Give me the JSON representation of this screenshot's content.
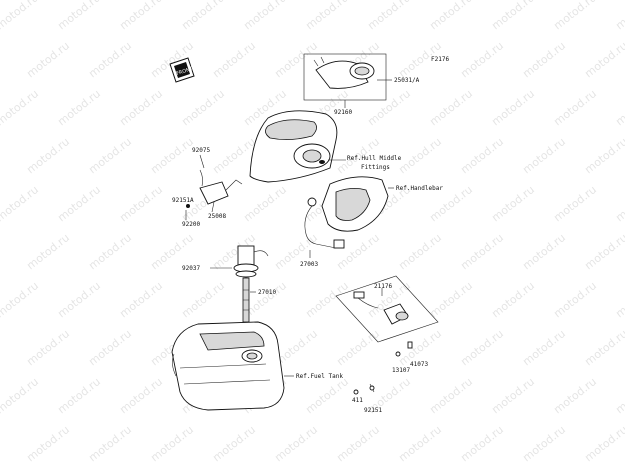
{
  "diagram": {
    "code": "F2176",
    "watermark": "motod.ru",
    "labels": {
      "meter": "25031/A",
      "meter_bolt": "92160",
      "hull_fittings_1": "Ref.Hull Middle",
      "hull_fittings_2": "Fittings",
      "handlebar": "Ref.Handlebar",
      "p92075": "92075",
      "p92151A": "92151A",
      "p25008": "25008",
      "p92200": "92200",
      "p27003": "27003",
      "p92037": "92037",
      "p27010": "27010",
      "p21176": "21176",
      "p13107": "13107",
      "p41073": "41073",
      "fuel_tank": "Ref.Fuel Tank",
      "p411": "411",
      "p92151": "92151"
    }
  }
}
